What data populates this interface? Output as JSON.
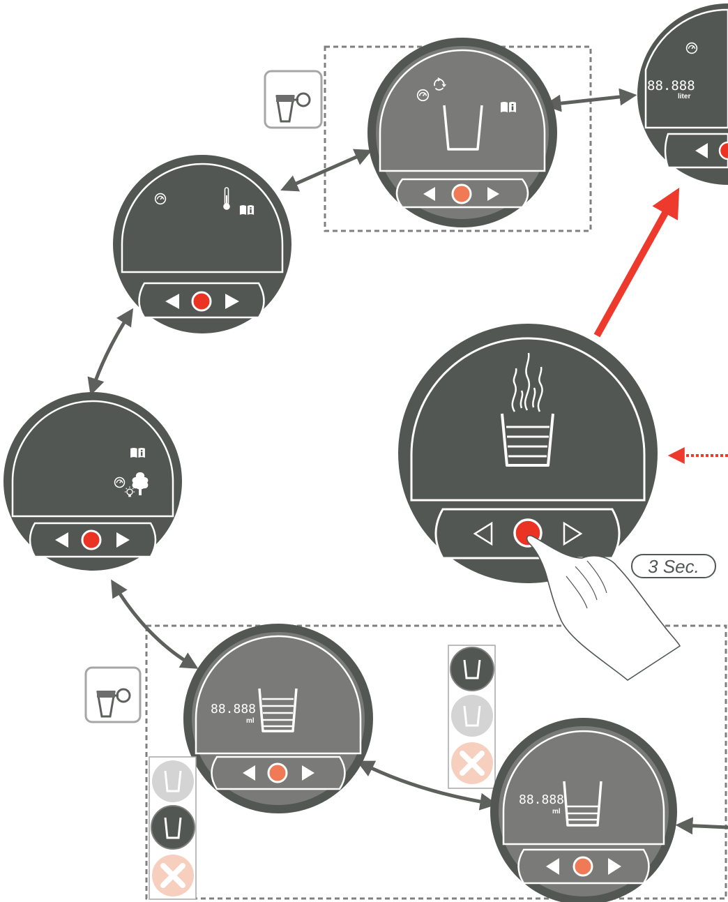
{
  "colors": {
    "dark_panel": "#525754",
    "light_panel": "#7a7b78",
    "ring": "#525754",
    "red_button": "#ea3323",
    "orange_button": "#f07a55",
    "line_white": "#ffffff",
    "arrow_gray": "#5e605e",
    "arrow_red": "#ee3a2c",
    "dashed_gray": "#7f7f7f",
    "icon_light": "#d4d4d4",
    "cancel_pale": "#f7cfbe"
  },
  "screens": {
    "liter_screen": {
      "readout": "88.888",
      "unit": "liter"
    },
    "glass_ml_screen": {
      "readout": "88.888",
      "unit": "ml"
    },
    "glass_ml_screen_small": {
      "readout": "88.888",
      "unit": "ml"
    }
  },
  "press_duration_label": "3 Sec.",
  "icons": {
    "gauge": "gauge-icon",
    "recycle": "recycle-icon",
    "manual": "manual-info-icon",
    "thermometer": "thermometer-icon",
    "tree": "tree-icon",
    "lightbulb": "lightbulb-icon",
    "empty_glass": "empty-glass-icon",
    "filled_glass": "filled-glass-icon",
    "steaming_glass": "steaming-glass-icon",
    "glass_with_tap": "glass-under-tap-icon",
    "cancel": "cancel-x-icon",
    "hand": "pressing-hand-icon",
    "nav_left": "triangle-left-icon",
    "nav_right": "triangle-right-icon"
  }
}
